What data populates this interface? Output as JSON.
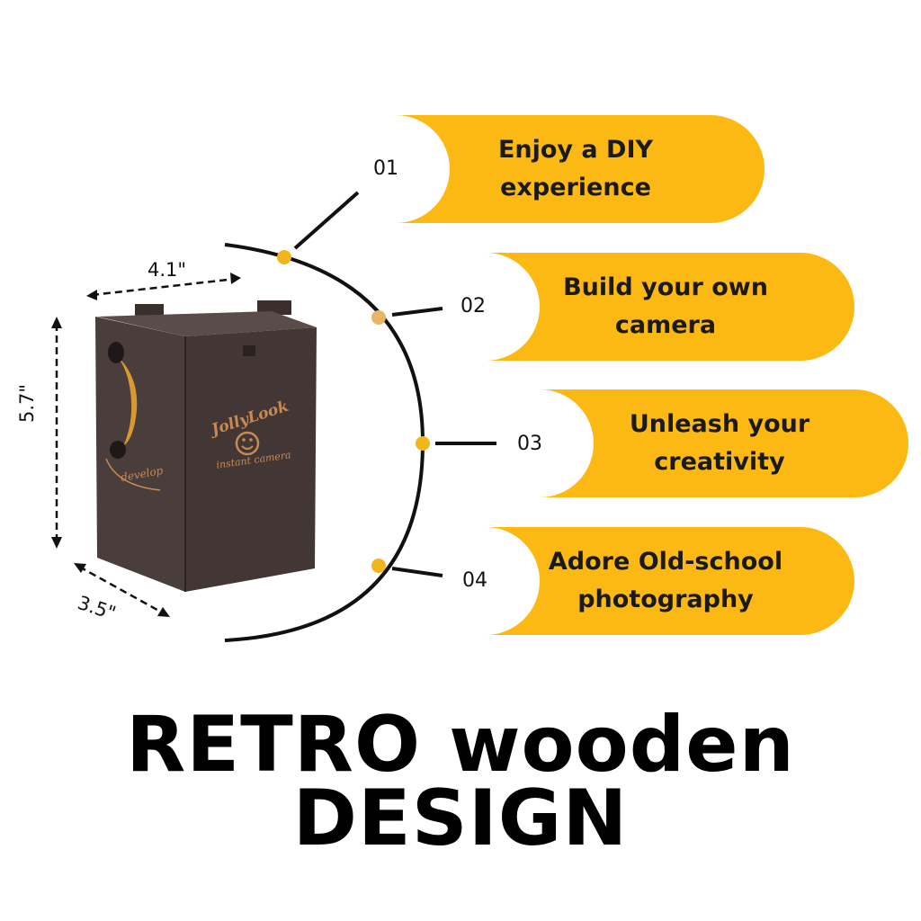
{
  "colors": {
    "pill": "#FDB913",
    "dot": "#F2B51E",
    "dot_alt": "#E9B565",
    "wood": "#4a3e3c",
    "wood_dark": "#3a2f2d",
    "engrave": "#c98a52",
    "crank": "#d89a2f"
  },
  "dimensions": {
    "width": "4.1\"",
    "height": "5.7\"",
    "depth": "3.5\""
  },
  "product": {
    "brand": "JollyLook",
    "subtitle": "instant camera",
    "crank_label": "develop"
  },
  "features": [
    {
      "number": "01",
      "line1": "Enjoy a DIY",
      "line2": "experience"
    },
    {
      "number": "02",
      "line1": "Build your own",
      "line2": "camera"
    },
    {
      "number": "03",
      "line1": "Unleash your",
      "line2": "creativity"
    },
    {
      "number": "04",
      "line1": "Adore Old-school",
      "line2": "photography"
    }
  ],
  "headline": {
    "line1": "RETRO wooden",
    "line2": "DESIGN"
  }
}
